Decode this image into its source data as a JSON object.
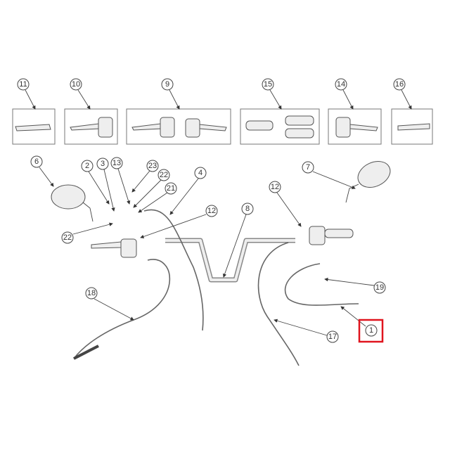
{
  "diagram": {
    "labels": [
      "11",
      "10",
      "9",
      "15",
      "14",
      "16",
      "6",
      "2",
      "3",
      "13",
      "23",
      "22",
      "21",
      "4",
      "12",
      "8",
      "7",
      "12",
      "22",
      "18",
      "17",
      "19",
      "1"
    ],
    "highlighted_label": "1",
    "highlight_color": "#e0141e"
  }
}
